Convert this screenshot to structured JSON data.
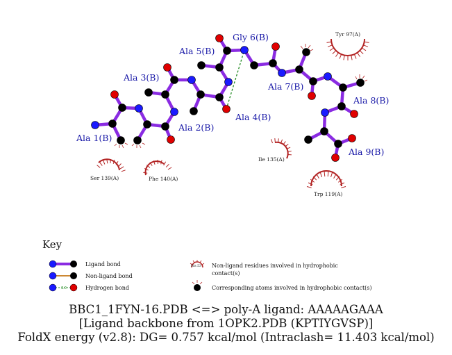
{
  "residue_labels": {
    "ala1": "Ala 1(B)",
    "ala2": "Ala 2(B)",
    "ala3": "Ala 3(B)",
    "ala4": "Ala 4(B)",
    "ala5": "Ala 5(B)",
    "gly6": "Gly 6(B)",
    "ala7": "Ala 7(B)",
    "ala8": "Ala 8(B)",
    "ala9": "Ala 9(B)"
  },
  "hydrophobic_labels": {
    "tyr97": "Tyr 97(A)",
    "ile135": "Ile 135(A)",
    "trp119": "Trp 119(A)",
    "ser139": "Ser 139(A)",
    "phe140": "Phe 140(A)"
  },
  "key": {
    "title": "Key",
    "ligand_bond": "Ligand bond",
    "nonligand_bond": "Non-ligand bond",
    "hydrogen_bond": "Hydrogen bond",
    "hbond_distance": "3.0",
    "example_residue": "His 53",
    "nonligand_residues_line1": "Non-ligand residues involved in hydrophobic",
    "nonligand_residues_line2": "contact(s)",
    "corresponding_atoms": "Corresponding atoms involved in hydrophobic contact(s)"
  },
  "caption": {
    "line1": "BBC1_1FYN-16.PDB <=> poly-A ligand: AAAAAGAAA",
    "line2": "[Ligand backbone from 1OPK2.PDB (KPTIYGVSP)]",
    "line3": "FoldX energy (v2.8): DG= 0.757 kcal/mol (Intraclash= 11.403 kcal/mol)"
  },
  "colors": {
    "ligand_bond": "#8a2be2",
    "nonligand_bond": "#cc8833",
    "hydrogen_bond": "#228b22",
    "carbon": "#000000",
    "nitrogen": "#1a1aff",
    "oxygen": "#e00000",
    "hydrophobic_arc": "#b22222",
    "label": "#1a1aa8"
  }
}
